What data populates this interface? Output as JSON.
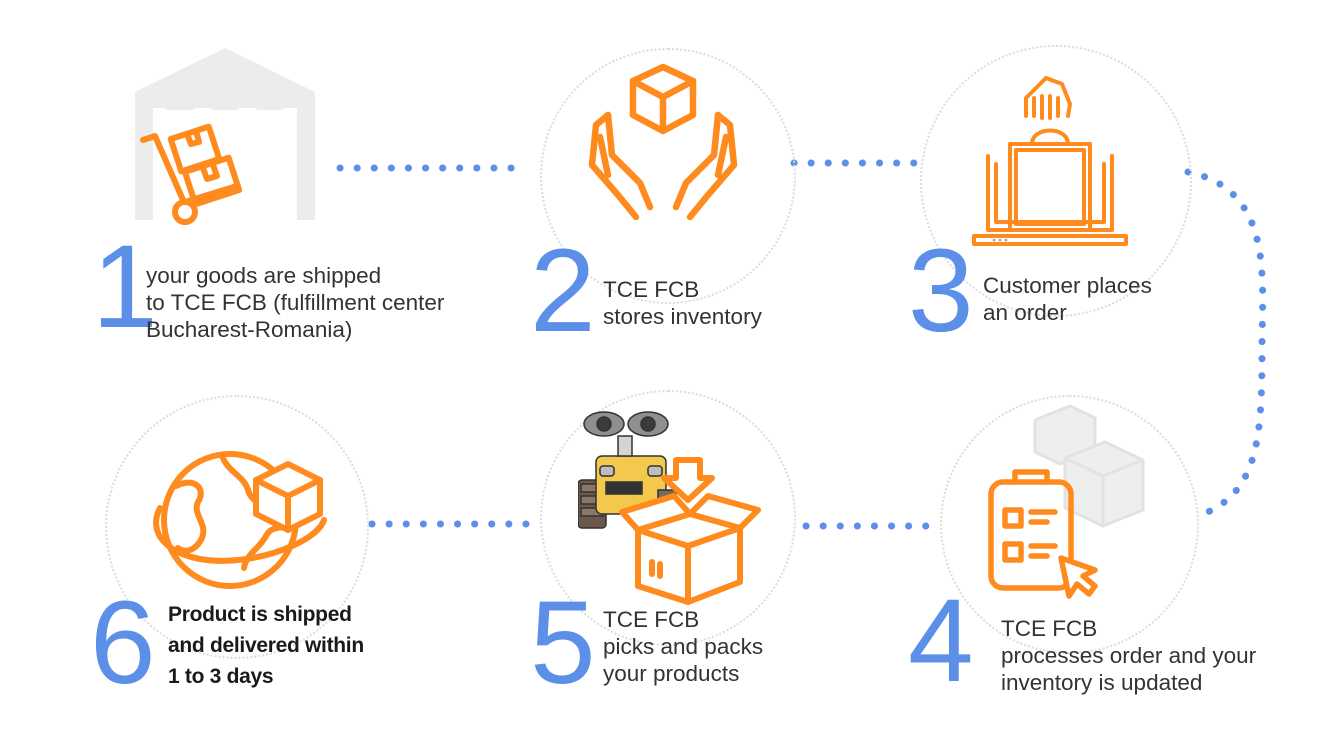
{
  "colors": {
    "accent": "#ff8a1e",
    "connector": "#5b8fe8",
    "ghost": "#e6e6e6"
  },
  "steps": [
    {
      "number": "1",
      "icon": "warehouse-hand-truck-icon",
      "lines": [
        "your goods are shipped",
        "to TCE FCB (fulfillment center",
        "Bucharest-Romania)"
      ]
    },
    {
      "number": "2",
      "icon": "hands-holding-box-icon",
      "lines": [
        "TCE FCB",
        "stores inventory"
      ]
    },
    {
      "number": "3",
      "icon": "laptop-shopping-bag-icon",
      "lines": [
        "Customer places",
        "an order"
      ]
    },
    {
      "number": "4",
      "icon": "clipboard-cursor-icon",
      "lines": [
        "TCE FCB",
        "processes order and your",
        "inventory is updated"
      ]
    },
    {
      "number": "5",
      "icon": "robot-open-box-icon",
      "lines": [
        "TCE FCB",
        "picks and packs",
        "your products"
      ]
    },
    {
      "number": "6",
      "icon": "globe-box-icon",
      "lines": [
        "Product is shipped",
        "and delivered within",
        "1 to 3 days"
      ]
    }
  ]
}
